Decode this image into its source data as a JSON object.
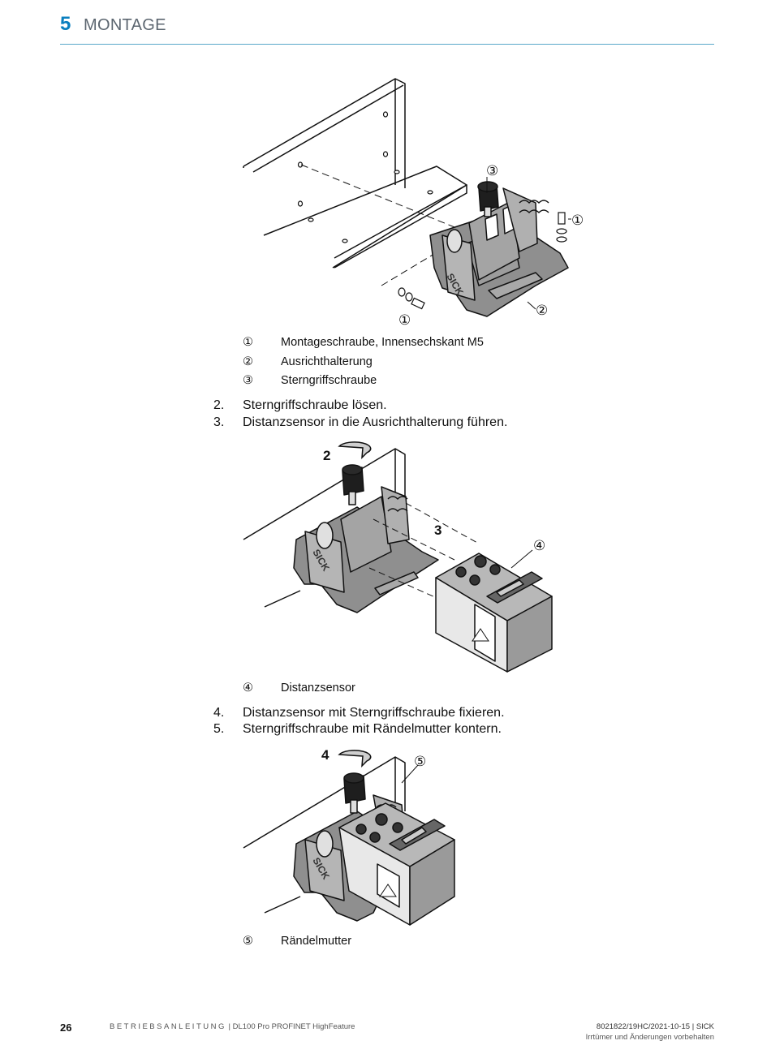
{
  "header": {
    "chapter_number": "5",
    "chapter_title": "MONTAGE"
  },
  "figure1": {
    "callouts": [
      "①",
      "②",
      "③",
      "①"
    ],
    "legend": [
      {
        "num": "①",
        "text": "Montageschraube, Innensechskant M5"
      },
      {
        "num": "②",
        "text": "Ausrichthalterung"
      },
      {
        "num": "③",
        "text": "Sterngriffschraube"
      }
    ]
  },
  "steps_a": [
    {
      "n": "2.",
      "text": "Sterngriffschraube lösen."
    },
    {
      "n": "3.",
      "text": "Distanzsensor in die Ausrichthalterung führen."
    }
  ],
  "figure2": {
    "step_label_rotate": "2",
    "step_label_insert": "3",
    "callout": "④",
    "logo": "SICK",
    "legend": [
      {
        "num": "④",
        "text": "Distanzsensor"
      }
    ]
  },
  "steps_b": [
    {
      "n": "4.",
      "text": "Distanzsensor mit Sterngriffschraube fixieren."
    },
    {
      "n": "5.",
      "text": "Sterngriffschraube mit Rändelmutter kontern."
    }
  ],
  "figure3": {
    "step_label_rotate": "4",
    "callout": "⑤",
    "logo": "SICK",
    "legend": [
      {
        "num": "⑤",
        "text": "Rändelmutter"
      }
    ]
  },
  "footer": {
    "page_number": "26",
    "doc_type": "BETRIEBSANLEITUNG",
    "product": "| DL100 Pro PROFINET HighFeature",
    "doc_id": "8021822/19HC/2021-10-15 | SICK",
    "disclaimer": "Irrtümer und Änderungen vorbehalten"
  }
}
